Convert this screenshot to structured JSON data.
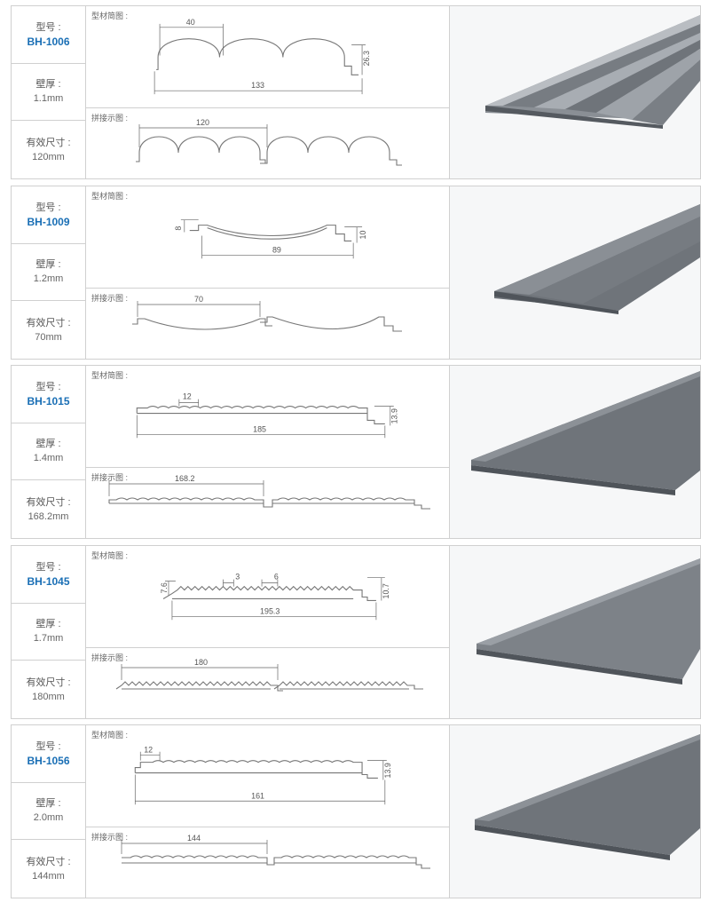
{
  "labels": {
    "model": "型号 :",
    "thickness": "壁厚 :",
    "effective": "有效尺寸 :",
    "profile_caption": "型材简图 :",
    "assembly_caption": "拼接示图 :"
  },
  "colors": {
    "model_text": "#1a6fb5",
    "border": "#d0d0d0",
    "panel_metal": "#6f747a"
  },
  "products": [
    {
      "model": "BH-1006",
      "thickness": "1.1mm",
      "effective": "120mm",
      "profile_dims": [
        "40",
        "26.3",
        "133"
      ],
      "assembly_dims": [
        "120"
      ]
    },
    {
      "model": "BH-1009",
      "thickness": "1.2mm",
      "effective": "70mm",
      "profile_dims": [
        "8",
        "10",
        "89"
      ],
      "assembly_dims": [
        "70"
      ]
    },
    {
      "model": "BH-1015",
      "thickness": "1.4mm",
      "effective": "168.2mm",
      "profile_dims": [
        "12",
        "13.9",
        "185"
      ],
      "assembly_dims": [
        "168.2"
      ]
    },
    {
      "model": "BH-1045",
      "thickness": "1.7mm",
      "effective": "180mm",
      "profile_dims": [
        "7.6",
        "3",
        "6",
        "10.7",
        "195.3"
      ],
      "assembly_dims": [
        "180"
      ]
    },
    {
      "model": "BH-1056",
      "thickness": "2.0mm",
      "effective": "144mm",
      "profile_dims": [
        "12",
        "13.9",
        "161"
      ],
      "assembly_dims": [
        "144"
      ]
    }
  ]
}
